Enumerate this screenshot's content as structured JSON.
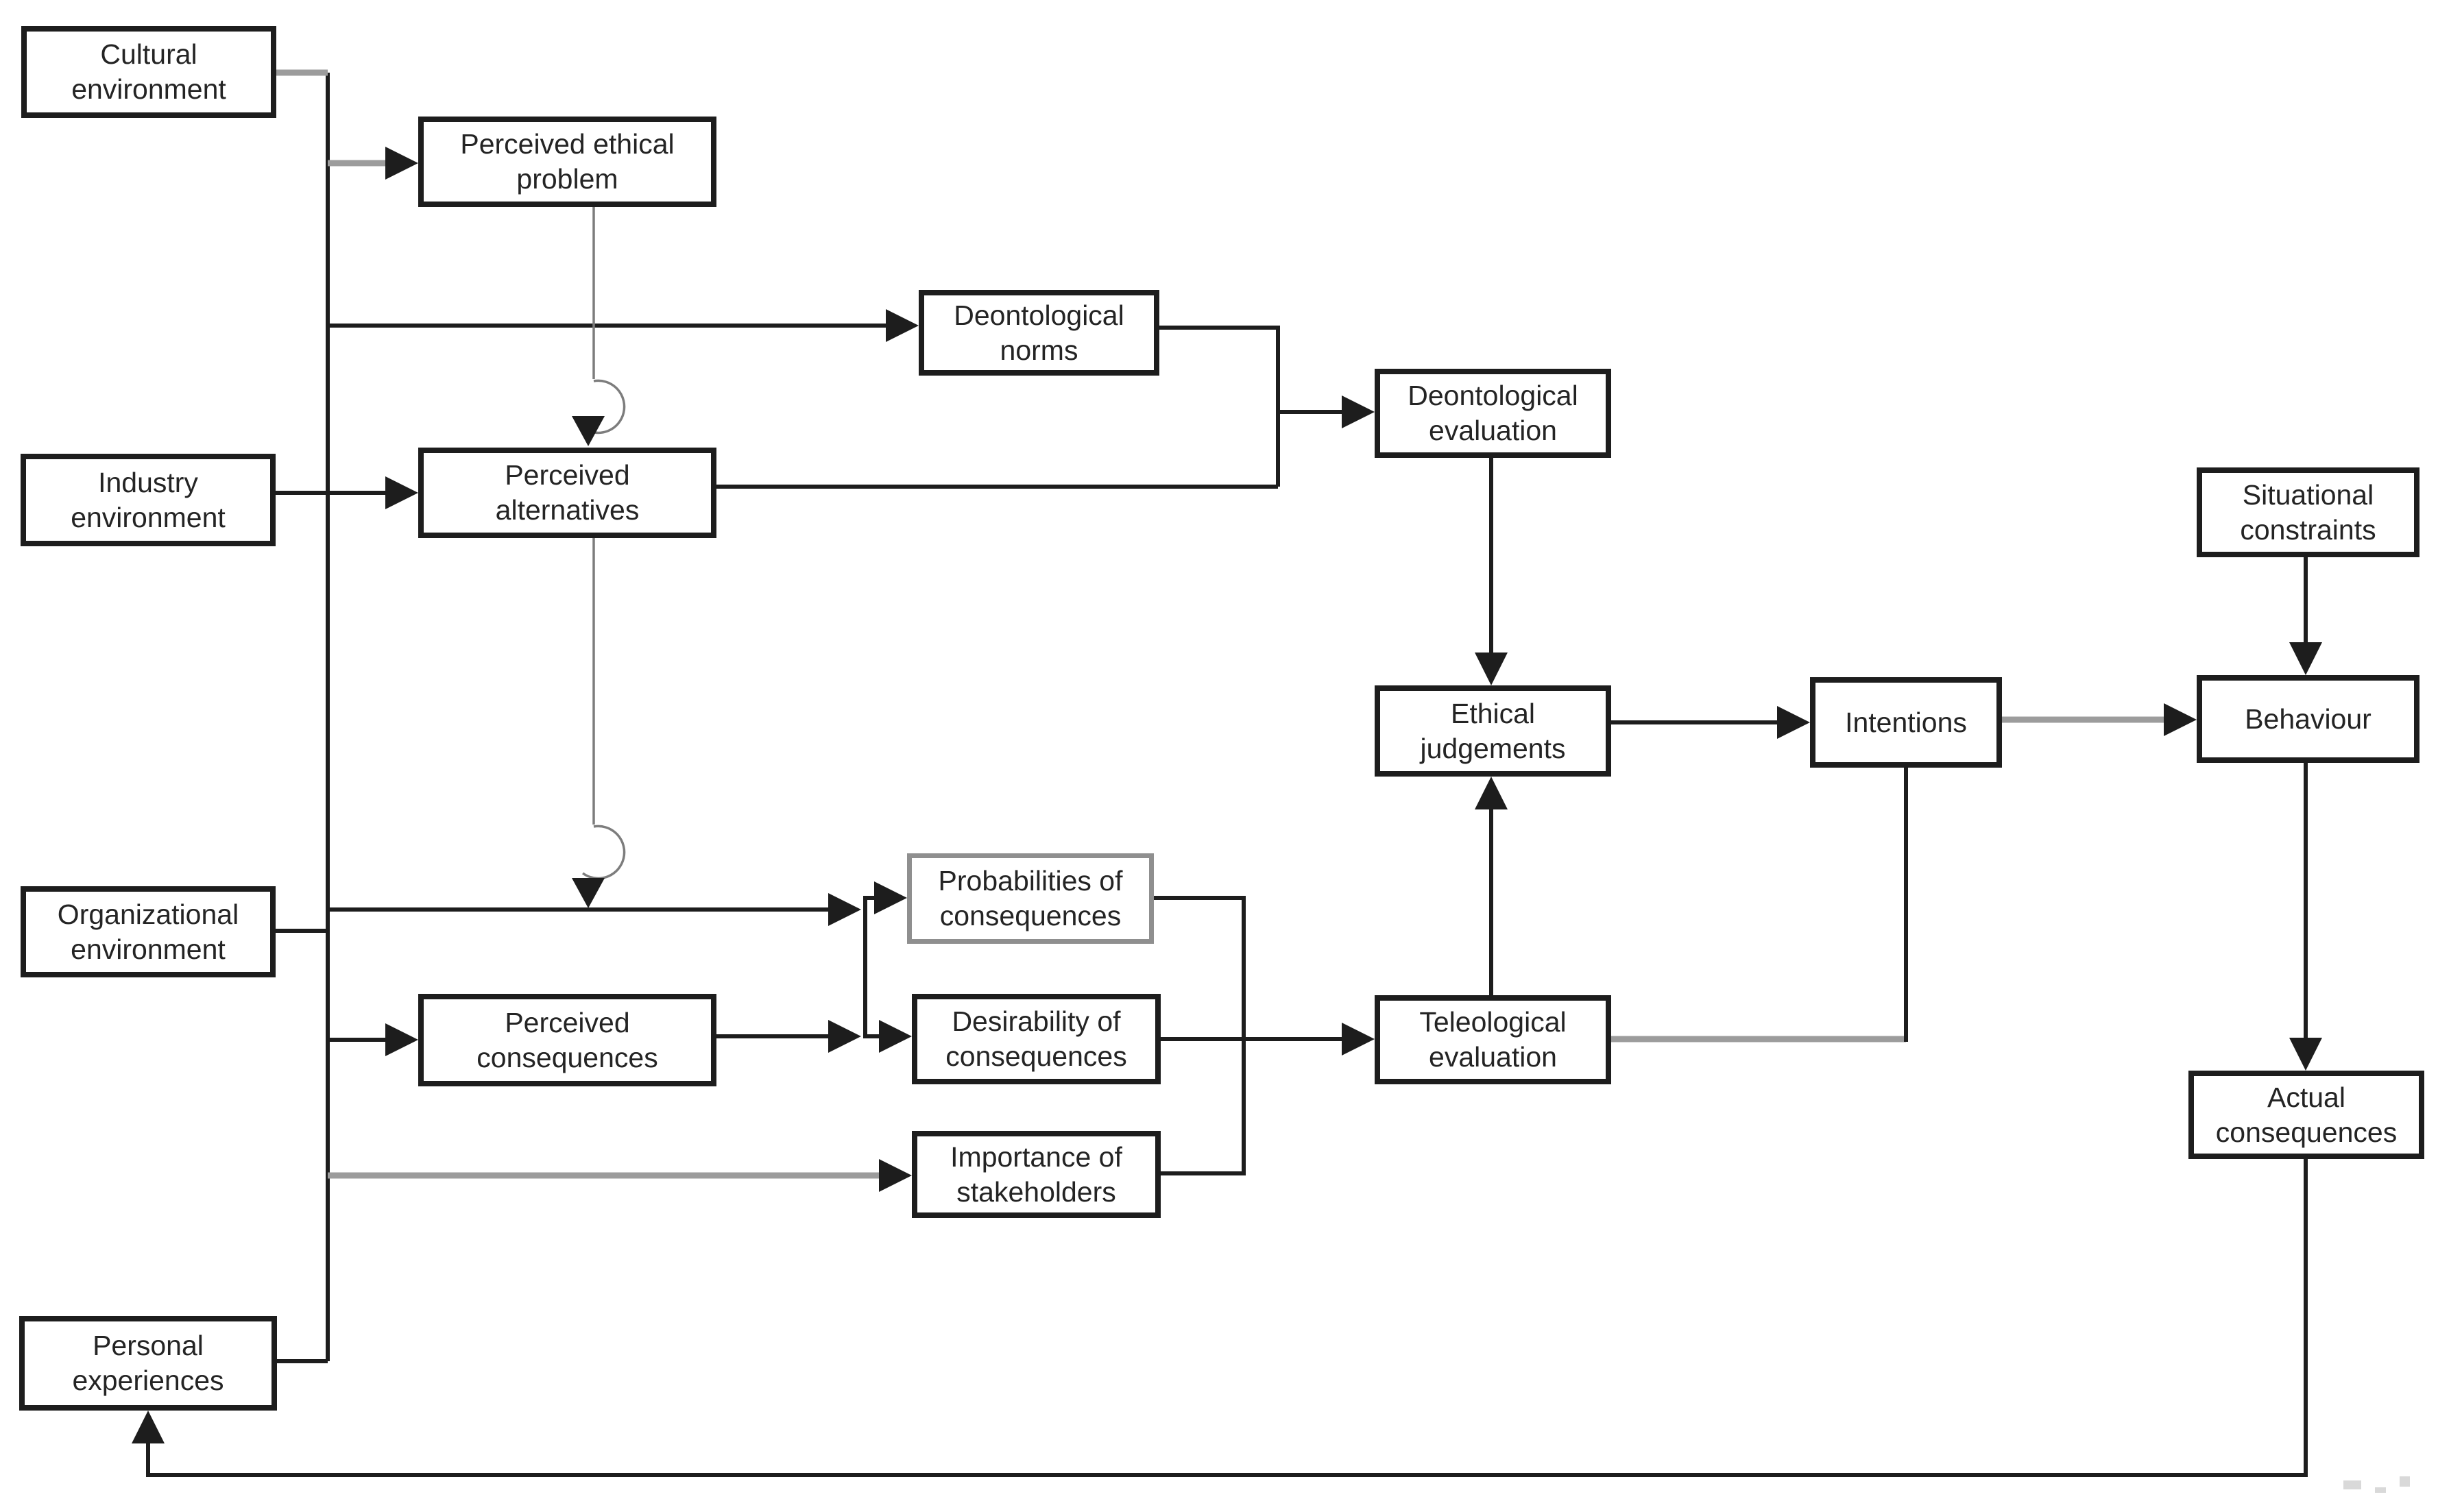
{
  "palette": {
    "background": "#ffffff",
    "line_black": "#1d1d1d",
    "line_gray": "#9c9c9c",
    "line_thin": "#7d7d7d",
    "box_border": "#1d1d1d",
    "box_border_light": "#8f8f8f",
    "text": "#242424"
  },
  "diagram": {
    "type": "flowchart",
    "nodes": {
      "cultural_environment": {
        "label": "Cultural\nenvironment"
      },
      "perceived_ethical_problem": {
        "label": "Perceived ethical\nproblem"
      },
      "deontological_norms": {
        "label": "Deontological\nnorms"
      },
      "industry_environment": {
        "label": "Industry\nenvironment"
      },
      "perceived_alternatives": {
        "label": "Perceived\nalternatives"
      },
      "deontological_evaluation": {
        "label": "Deontological\nevaluation"
      },
      "situational_constraints": {
        "label": "Situational\nconstraints"
      },
      "ethical_judgements": {
        "label": "Ethical\njudgements"
      },
      "intentions": {
        "label": "Intentions"
      },
      "behaviour": {
        "label": "Behaviour"
      },
      "organizational_environment": {
        "label": "Organizational\nenvironment"
      },
      "probabilities_of_consequences": {
        "label": "Probabilities of\nconsequences"
      },
      "perceived_consequences": {
        "label": "Perceived\nconsequences"
      },
      "desirability_of_consequences": {
        "label": "Desirability of\nconsequences"
      },
      "teleological_evaluation": {
        "label": "Teleological\nevaluation"
      },
      "importance_of_stakeholders": {
        "label": "Importance of\nstakeholders"
      },
      "actual_consequences": {
        "label": "Actual\nconsequences"
      },
      "personal_experiences": {
        "label": "Personal\nexperiences"
      }
    },
    "edges": [
      {
        "from": "cultural_environment",
        "to": "left_spine"
      },
      {
        "from": "industry_environment",
        "to": "left_spine"
      },
      {
        "from": "organizational_environment",
        "to": "left_spine"
      },
      {
        "from": "personal_experiences",
        "to": "left_spine"
      },
      {
        "from": "left_spine",
        "to": "perceived_ethical_problem"
      },
      {
        "from": "left_spine",
        "to": "deontological_norms"
      },
      {
        "from": "left_spine",
        "to": "perceived_alternatives"
      },
      {
        "from": "left_spine",
        "to": "perceived_consequences"
      },
      {
        "from": "left_spine",
        "to": "importance_of_stakeholders"
      },
      {
        "from": "left_spine",
        "to": "consequence_junction"
      },
      {
        "from": "perceived_ethical_problem",
        "to": "perceived_alternatives"
      },
      {
        "from": "perceived_alternatives",
        "to": "consequence_junction"
      },
      {
        "from": "perceived_consequences",
        "to": "consequence_junction"
      },
      {
        "from": "consequence_junction",
        "to": "probabilities_of_consequences"
      },
      {
        "from": "consequence_junction",
        "to": "desirability_of_consequences"
      },
      {
        "from": "deontological_norms",
        "to": "deontological_evaluation"
      },
      {
        "from": "perceived_alternatives",
        "to": "deontological_evaluation"
      },
      {
        "from": "probabilities_of_consequences",
        "to": "teleological_evaluation"
      },
      {
        "from": "desirability_of_consequences",
        "to": "teleological_evaluation"
      },
      {
        "from": "importance_of_stakeholders",
        "to": "teleological_evaluation"
      },
      {
        "from": "deontological_evaluation",
        "to": "ethical_judgements"
      },
      {
        "from": "teleological_evaluation",
        "to": "ethical_judgements"
      },
      {
        "from": "teleological_evaluation",
        "to": "intentions"
      },
      {
        "from": "ethical_judgements",
        "to": "intentions"
      },
      {
        "from": "intentions",
        "to": "behaviour"
      },
      {
        "from": "situational_constraints",
        "to": "behaviour"
      },
      {
        "from": "behaviour",
        "to": "actual_consequences"
      },
      {
        "from": "actual_consequences",
        "to": "personal_experiences"
      }
    ]
  }
}
